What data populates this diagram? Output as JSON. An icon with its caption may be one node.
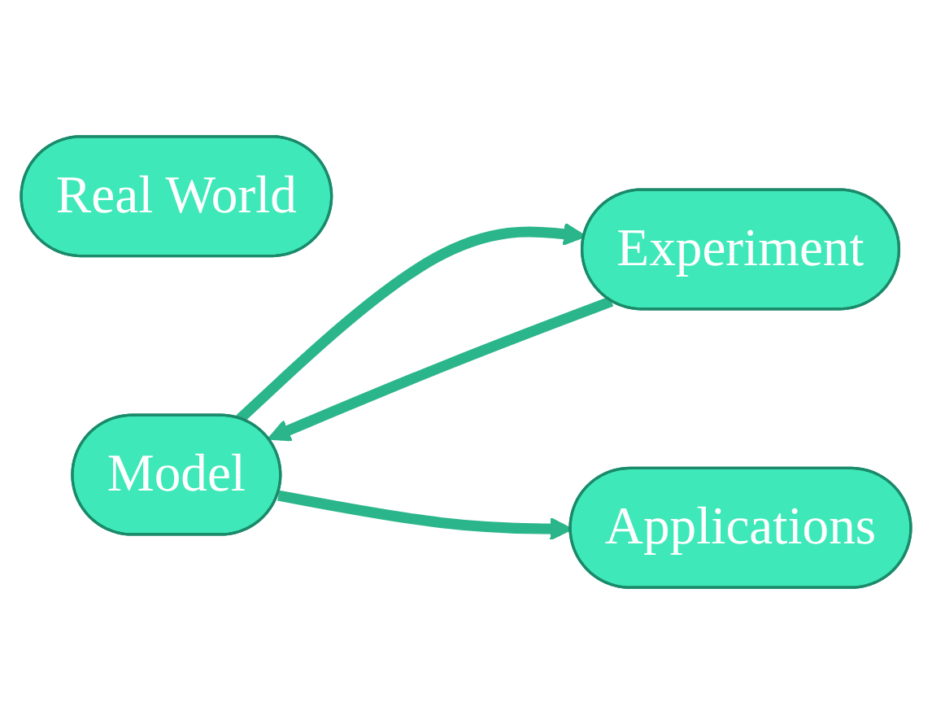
{
  "diagram": {
    "nodes": [
      {
        "text": [
          "Real World"
        ]
      },
      {
        "text": [
          "Model"
        ]
      },
      {
        "text": [
          "Experiment"
        ]
      },
      {
        "text": [
          "Applications"
        ]
      }
    ],
    "edges": [
      {
        "from": 1,
        "to": 2,
        "arrow": "to"
      },
      {
        "from": 2,
        "to": 1,
        "arrow": "to"
      },
      {
        "from": 1,
        "to": 3,
        "arrow": "to"
      }
    ]
  }
}
